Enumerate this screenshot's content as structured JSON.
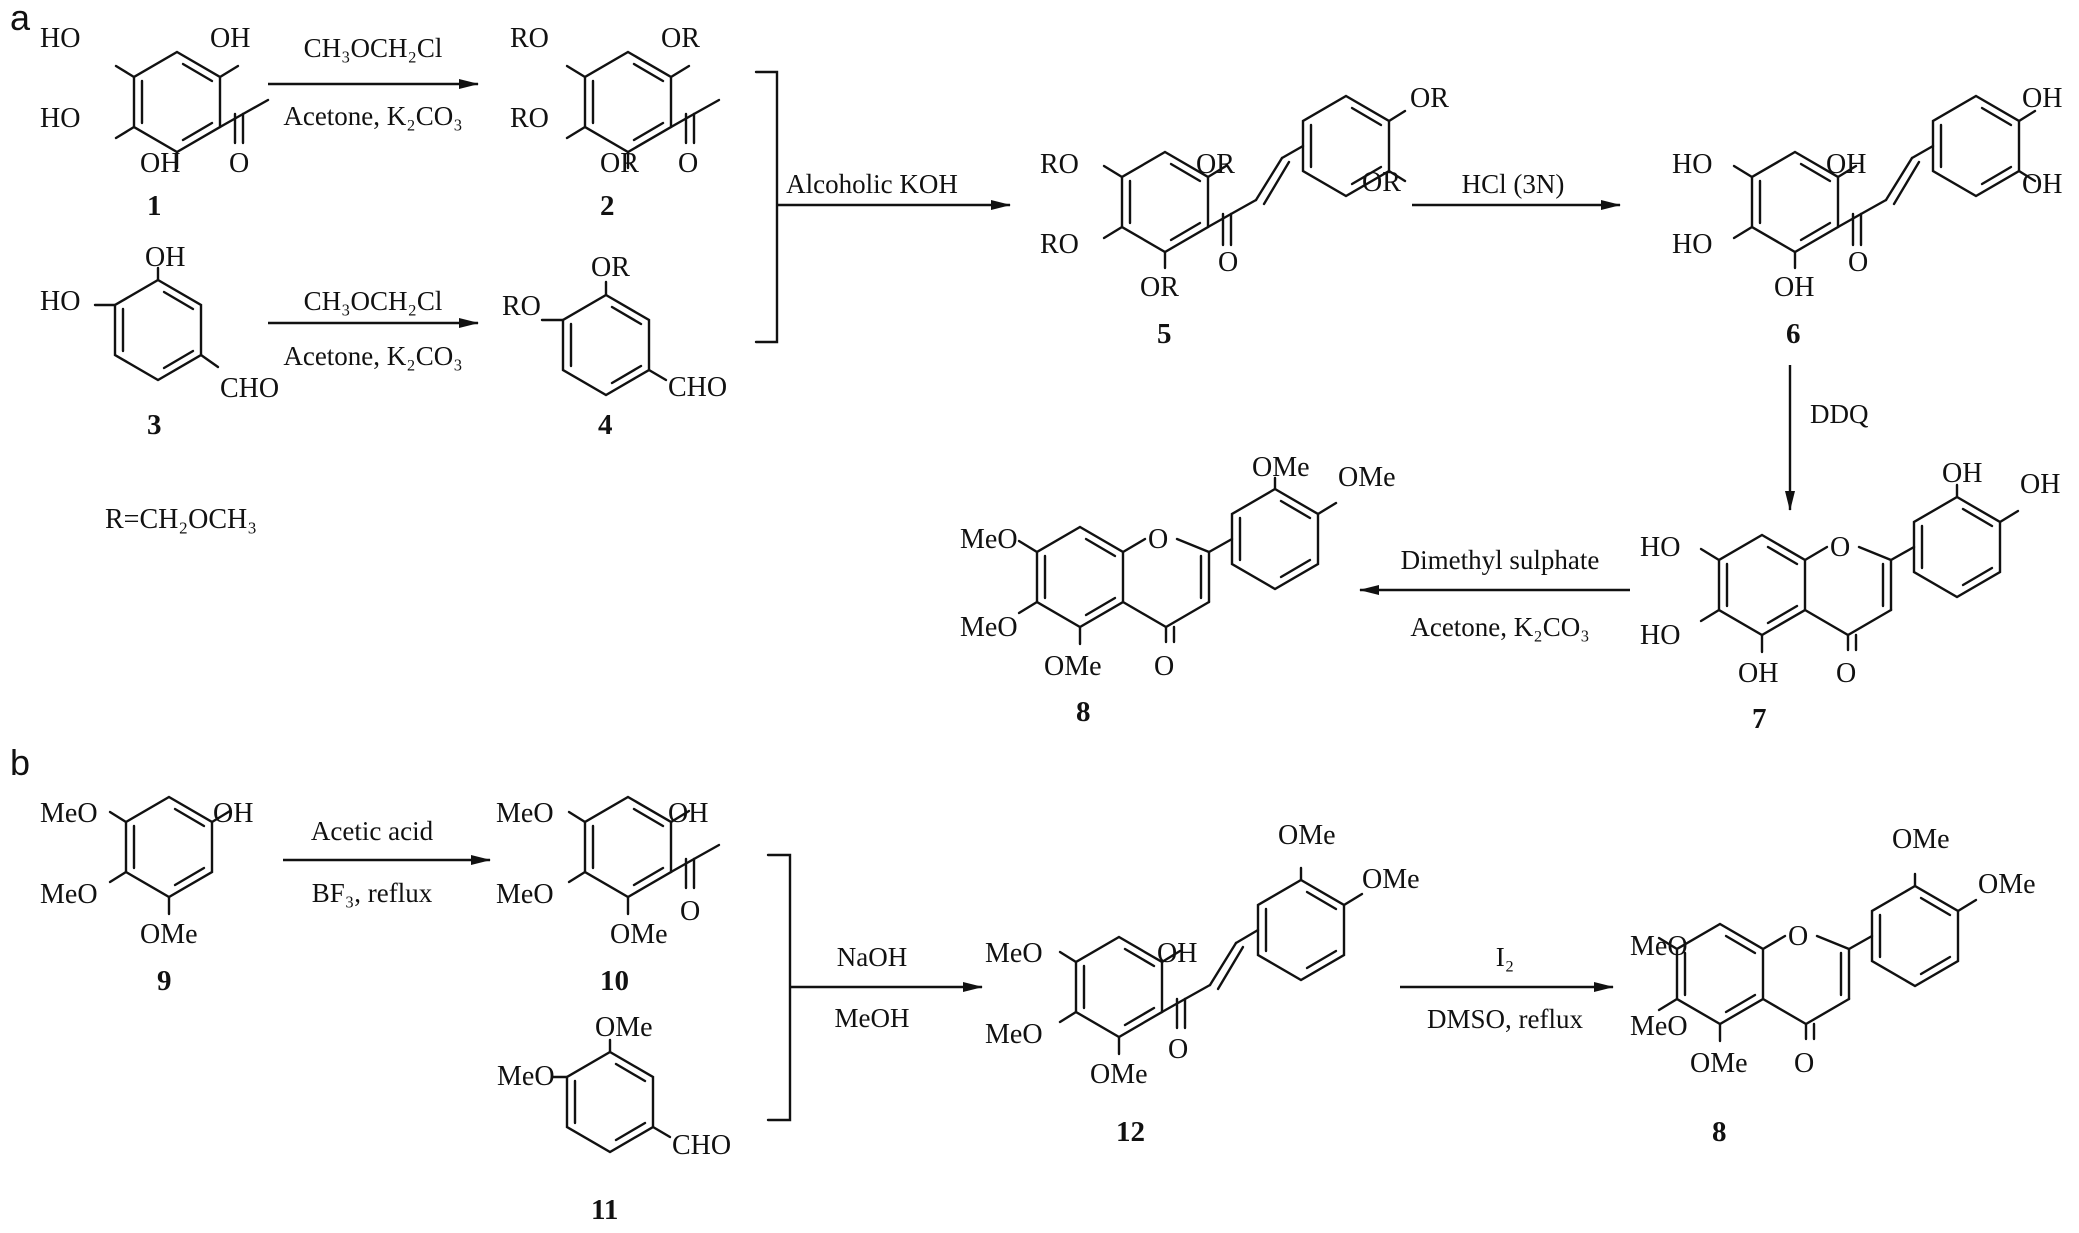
{
  "panels": {
    "a": "a",
    "b": "b"
  },
  "compounds": {
    "c1": {
      "number": "1",
      "labels": [
        "HO",
        "OH",
        "HO",
        "OH",
        "O"
      ]
    },
    "c2": {
      "number": "2",
      "labels": [
        "RO",
        "OR",
        "RO",
        "OR",
        "O"
      ]
    },
    "c3": {
      "number": "3",
      "labels": [
        "OH",
        "HO",
        "CHO"
      ]
    },
    "c4": {
      "number": "4",
      "labels": [
        "OR",
        "RO",
        "CHO"
      ]
    },
    "c5": {
      "number": "5",
      "labels": [
        "RO",
        "OR",
        "RO",
        "OR",
        "O",
        "OR",
        "OR"
      ]
    },
    "c6": {
      "number": "6",
      "labels": [
        "HO",
        "OH",
        "HO",
        "OH",
        "O",
        "OH",
        "OH"
      ]
    },
    "c7": {
      "number": "7",
      "labels": [
        "HO",
        "HO",
        "OH",
        "O",
        "O",
        "OH",
        "OH"
      ]
    },
    "c8a": {
      "number": "8",
      "labels": [
        "MeO",
        "MeO",
        "OMe",
        "O",
        "O",
        "OMe",
        "OMe"
      ]
    },
    "c9": {
      "number": "9",
      "labels": [
        "MeO",
        "OH",
        "MeO",
        "OMe"
      ]
    },
    "c10": {
      "number": "10",
      "labels": [
        "MeO",
        "OH",
        "MeO",
        "OMe",
        "O"
      ]
    },
    "c11": {
      "number": "11",
      "labels": [
        "OMe",
        "MeO",
        "CHO"
      ]
    },
    "c12": {
      "number": "12",
      "labels": [
        "MeO",
        "OH",
        "MeO",
        "OMe",
        "O",
        "OMe",
        "OMe"
      ]
    },
    "c8b": {
      "number": "8",
      "labels": [
        "MeO",
        "MeO",
        "OMe",
        "O",
        "O",
        "OMe",
        "OMe"
      ]
    }
  },
  "r_definition": "R=CH₂OCH₃",
  "reactions": {
    "r1": {
      "above": "CH₃OCH₂Cl",
      "below": "Acetone, K₂CO₃"
    },
    "r2": {
      "above": "CH₃OCH₂Cl",
      "below": "Acetone, K₂CO₃"
    },
    "r3": {
      "above": "Alcoholic KOH"
    },
    "r4": {
      "above": "HCl (3N)"
    },
    "r5": {
      "beside": "DDQ"
    },
    "r6": {
      "above": "Dimethyl sulphate",
      "below": "Acetone, K₂CO₃"
    },
    "r7": {
      "above": "Acetic acid",
      "below": "BF₃, reflux"
    },
    "r8": {
      "above": "NaOH",
      "below": "MeOH"
    },
    "r9": {
      "above": "I₂",
      "below": "DMSO, reflux"
    }
  }
}
